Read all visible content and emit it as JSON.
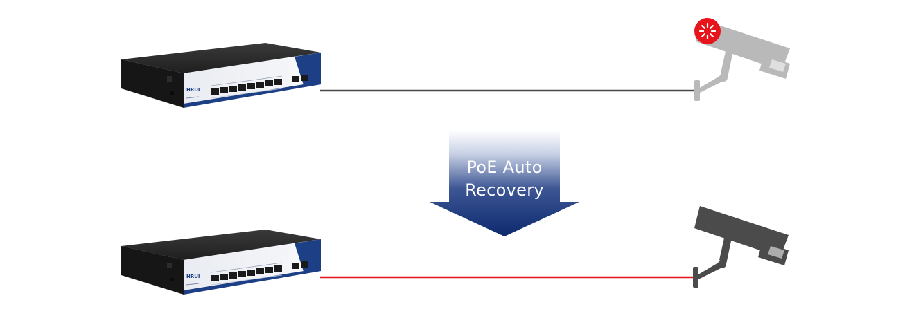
{
  "arrow": {
    "line1": "PoE Auto",
    "line2": "Recovery"
  },
  "switch_brand": "HRUI",
  "colors": {
    "cable_before": "#4a4a4a",
    "cable_after": "#e8141c",
    "arrow_top": "#ffffff",
    "arrow_bottom": "#0d2a6e",
    "switch_body": "#2b2b2b",
    "switch_panel_accent": "#1c3f86",
    "camera_inactive": "#b9b9b9",
    "camera_active": "#4b4b4b",
    "alert": "#e8141c"
  },
  "icons": {
    "switch_top": "network-switch-icon",
    "switch_bottom": "network-switch-icon",
    "camera_top": "cctv-camera-icon",
    "camera_bottom": "cctv-camera-icon",
    "alert": "alert-spinner-icon"
  }
}
